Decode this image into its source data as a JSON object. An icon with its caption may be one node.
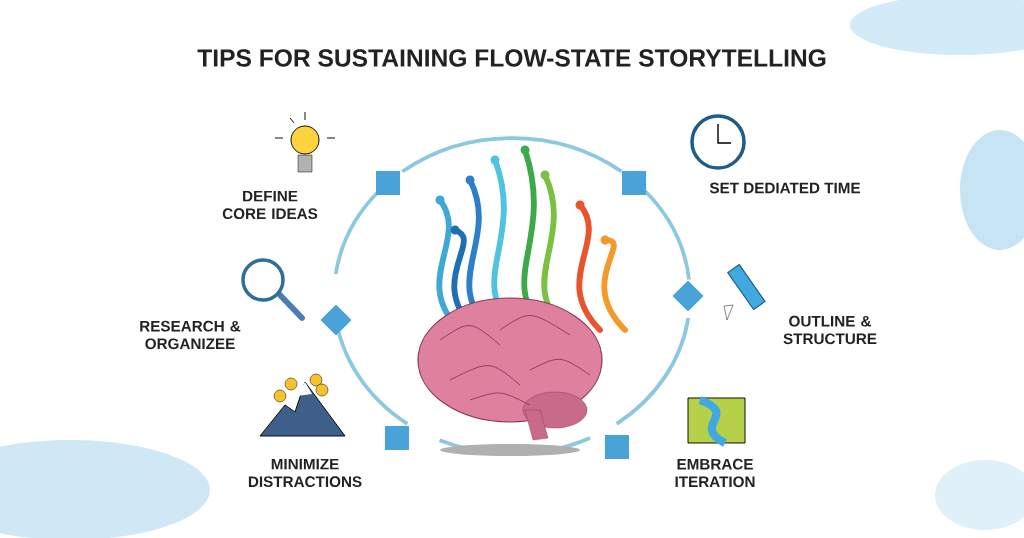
{
  "diagram": {
    "title": "TIPS FOR SUSTAINING FLOW-STATE STORYTELLING",
    "labels": [
      "DEFINE CORE IDEAS",
      "SET DEDIATED TIME",
      "RESEARCH & ORGANIZEE",
      "OUTLINE & STRUCTURE",
      "MINIMIZE DISTRACTIONS",
      "EMBRACE ITERATION"
    ]
  }
}
